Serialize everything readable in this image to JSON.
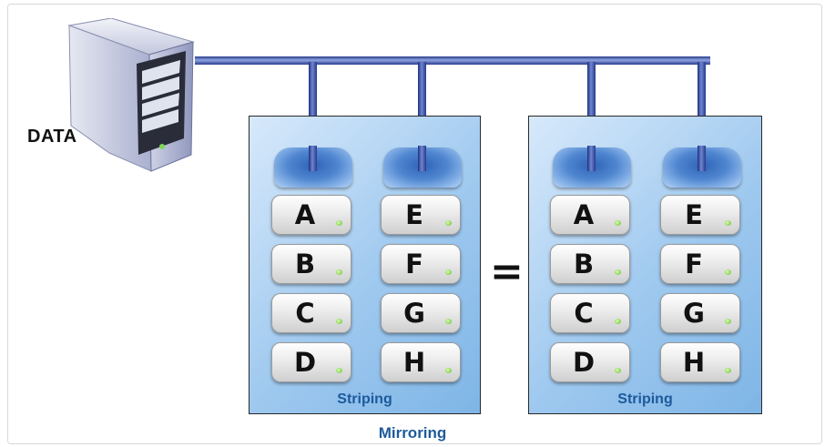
{
  "source_label": "DATA",
  "equals_sign": "=",
  "mirroring_label": "Mirroring",
  "arrays": [
    {
      "label": "Striping",
      "columns": [
        [
          "A",
          "B",
          "C",
          "D"
        ],
        [
          "E",
          "F",
          "G",
          "H"
        ]
      ]
    },
    {
      "label": "Striping",
      "columns": [
        [
          "A",
          "B",
          "C",
          "D"
        ],
        [
          "E",
          "F",
          "G",
          "H"
        ]
      ]
    }
  ],
  "colors": {
    "caption": "#1d5a9c",
    "pipe": "#3a4fa0",
    "array_fill": "#a8cdef",
    "led": "#64b82a"
  }
}
